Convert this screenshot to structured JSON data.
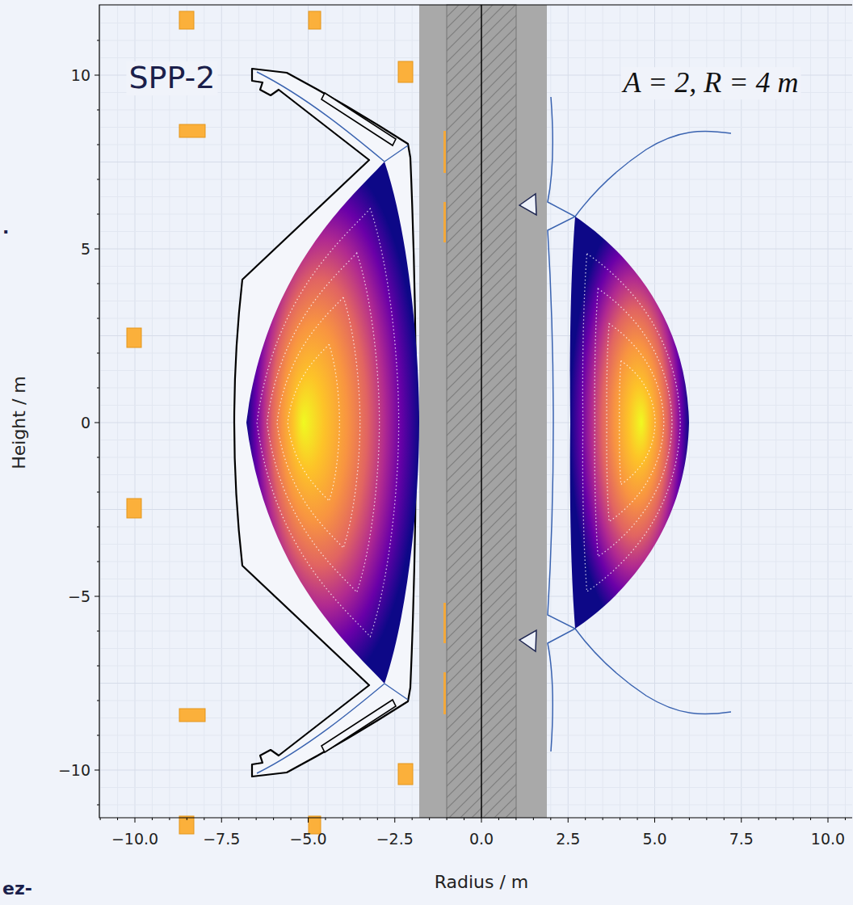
{
  "diagram": {
    "title": "SPP-2",
    "labels": [
      "A = 2, R = 4 m",
      "Height / m",
      "Radius / m",
      "10",
      "5",
      "0",
      "−5",
      "−10",
      "−10.0",
      "−7.5",
      "−5.0",
      "−2.5",
      "0.0",
      "2.5",
      "5.0",
      "7.5",
      "10.0",
      ".",
      "ez-"
    ]
  }
}
